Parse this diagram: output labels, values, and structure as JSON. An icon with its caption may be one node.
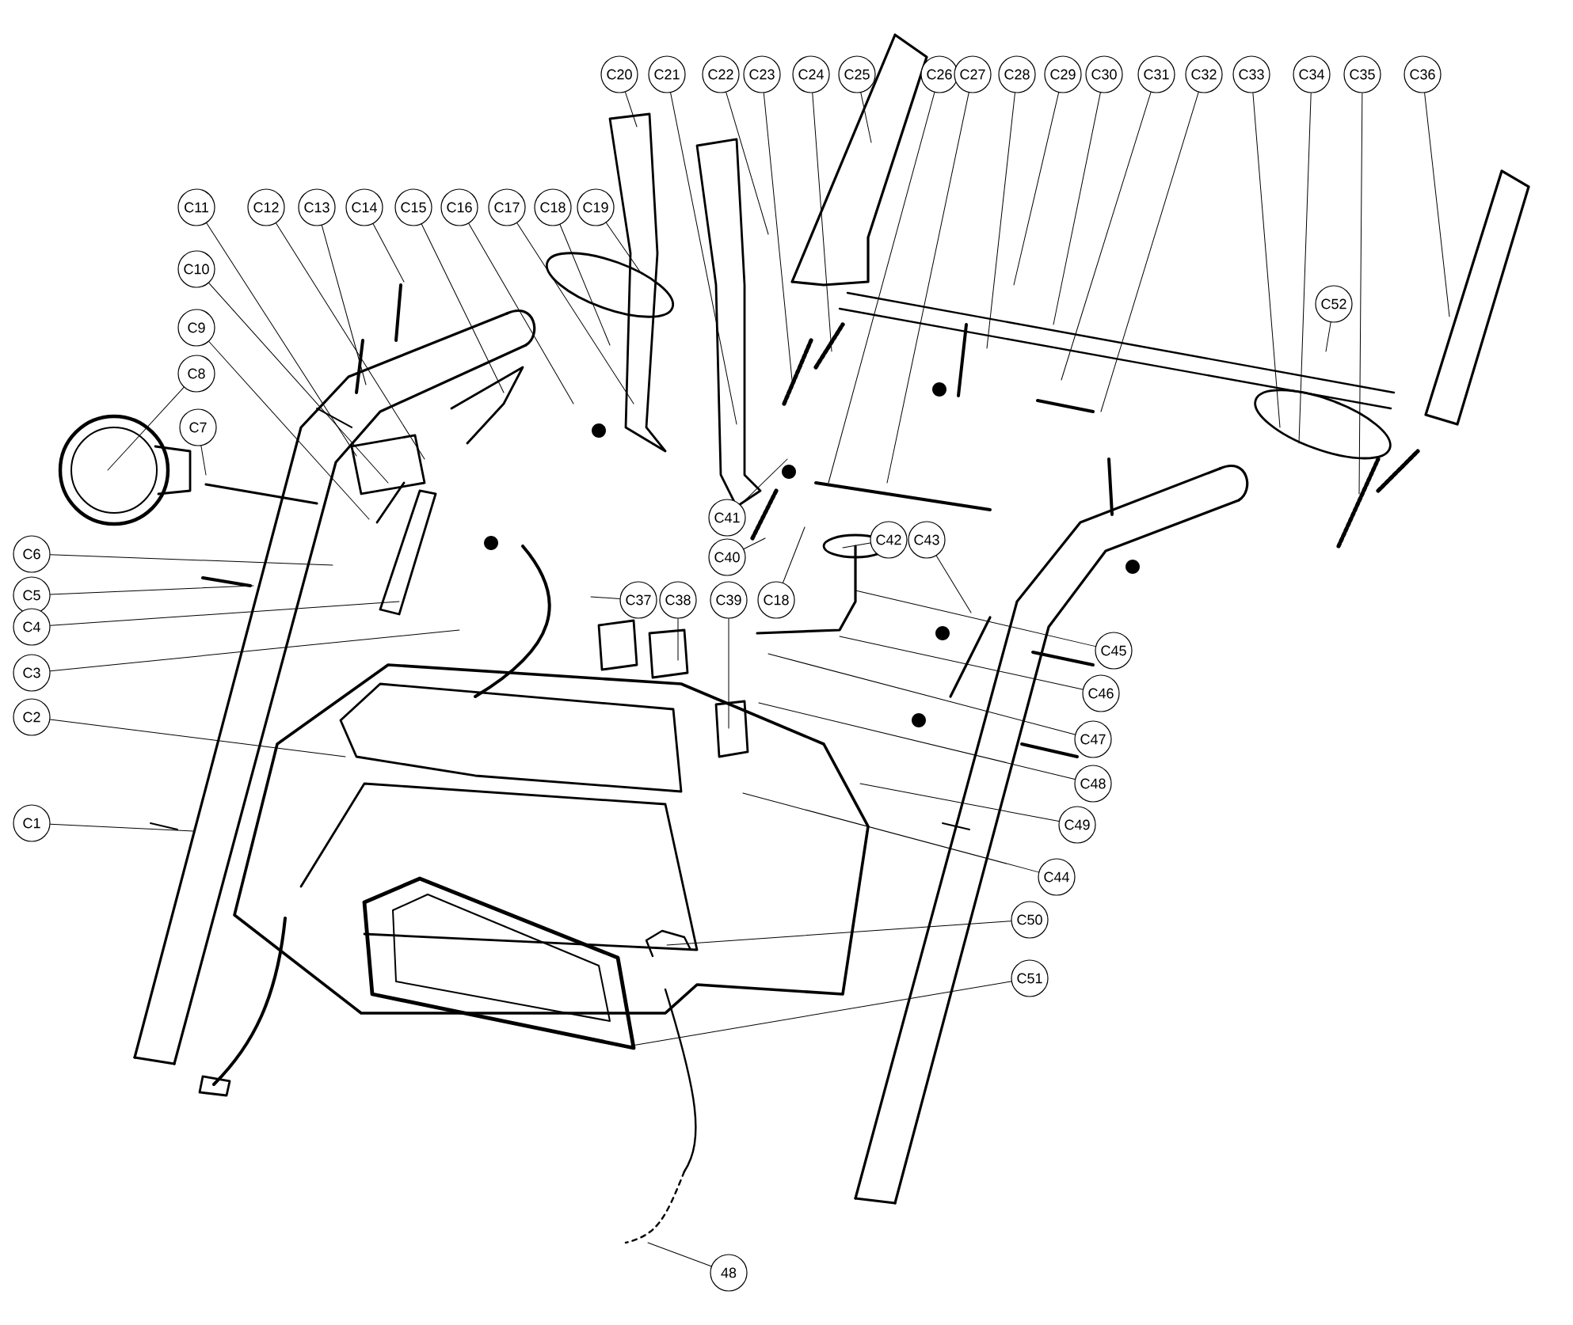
{
  "diagram": {
    "nodes": [
      {
        "text": [
          "C20"
        ]
      },
      {
        "text": [
          "C21"
        ]
      },
      {
        "text": [
          "C22"
        ]
      },
      {
        "text": [
          "C23"
        ]
      },
      {
        "text": [
          "C24"
        ]
      },
      {
        "text": [
          "C25"
        ]
      },
      {
        "text": [
          "C26"
        ]
      },
      {
        "text": [
          "C27"
        ]
      },
      {
        "text": [
          "C28"
        ]
      },
      {
        "text": [
          "C29"
        ]
      },
      {
        "text": [
          "C30"
        ]
      },
      {
        "text": [
          "C31"
        ]
      },
      {
        "text": [
          "C32"
        ]
      },
      {
        "text": [
          "C33"
        ]
      },
      {
        "text": [
          "C34"
        ]
      },
      {
        "text": [
          "C35"
        ]
      },
      {
        "text": [
          "C36"
        ]
      },
      {
        "text": [
          "C11"
        ]
      },
      {
        "text": [
          "C12"
        ]
      },
      {
        "text": [
          "C13"
        ]
      },
      {
        "text": [
          "C14"
        ]
      },
      {
        "text": [
          "C15"
        ]
      },
      {
        "text": [
          "C16"
        ]
      },
      {
        "text": [
          "C17"
        ]
      },
      {
        "text": [
          "C18"
        ]
      },
      {
        "text": [
          "C19"
        ]
      },
      {
        "text": [
          "C10"
        ]
      },
      {
        "text": [
          "C9"
        ]
      },
      {
        "text": [
          "C8"
        ]
      },
      {
        "text": [
          "C7"
        ]
      },
      {
        "text": [
          "C52"
        ]
      },
      {
        "text": [
          "C6"
        ]
      },
      {
        "text": [
          "C5"
        ]
      },
      {
        "text": [
          "C41"
        ]
      },
      {
        "text": [
          "C40"
        ]
      },
      {
        "text": [
          "C42"
        ]
      },
      {
        "text": [
          "C43"
        ]
      },
      {
        "text": [
          "C4"
        ]
      },
      {
        "text": [
          "C37"
        ]
      },
      {
        "text": [
          "C38"
        ]
      },
      {
        "text": [
          "C39"
        ]
      },
      {
        "text": [
          "C18"
        ]
      },
      {
        "text": [
          "C3"
        ]
      },
      {
        "text": [
          "C45"
        ]
      },
      {
        "text": [
          "C46"
        ]
      },
      {
        "text": [
          "C2"
        ]
      },
      {
        "text": [
          "C47"
        ]
      },
      {
        "text": [
          "C48"
        ]
      },
      {
        "text": [
          "C1"
        ]
      },
      {
        "text": [
          "C49"
        ]
      },
      {
        "text": [
          "C44"
        ]
      },
      {
        "text": [
          "C50"
        ]
      },
      {
        "text": [
          "C51"
        ]
      },
      {
        "text": [
          "48"
        ]
      }
    ],
    "edges": [
      {
        "from": 0,
        "to": null,
        "arrow": "none"
      },
      {
        "from": 1,
        "to": null,
        "arrow": "none"
      },
      {
        "from": 2,
        "to": null,
        "arrow": "none"
      },
      {
        "from": 3,
        "to": null,
        "arrow": "none"
      },
      {
        "from": 4,
        "to": null,
        "arrow": "none"
      },
      {
        "from": 5,
        "to": null,
        "arrow": "none"
      },
      {
        "from": 6,
        "to": null,
        "arrow": "none"
      },
      {
        "from": 7,
        "to": null,
        "arrow": "none"
      },
      {
        "from": 8,
        "to": null,
        "arrow": "none"
      },
      {
        "from": 9,
        "to": null,
        "arrow": "none"
      },
      {
        "from": 10,
        "to": null,
        "arrow": "none"
      },
      {
        "from": 11,
        "to": null,
        "arrow": "none"
      },
      {
        "from": 12,
        "to": null,
        "arrow": "none"
      },
      {
        "from": 13,
        "to": null,
        "arrow": "none"
      },
      {
        "from": 14,
        "to": null,
        "arrow": "none"
      },
      {
        "from": 15,
        "to": null,
        "arrow": "none"
      },
      {
        "from": 16,
        "to": null,
        "arrow": "none"
      },
      {
        "from": 17,
        "to": null,
        "arrow": "none"
      },
      {
        "from": 18,
        "to": null,
        "arrow": "none"
      },
      {
        "from": 19,
        "to": null,
        "arrow": "none"
      },
      {
        "from": 20,
        "to": null,
        "arrow": "none"
      },
      {
        "from": 21,
        "to": null,
        "arrow": "none"
      },
      {
        "from": 22,
        "to": null,
        "arrow": "none"
      },
      {
        "from": 23,
        "to": null,
        "arrow": "none"
      },
      {
        "from": 24,
        "to": null,
        "arrow": "none"
      },
      {
        "from": 25,
        "to": null,
        "arrow": "none"
      },
      {
        "from": 26,
        "to": null,
        "arrow": "none"
      },
      {
        "from": 27,
        "to": null,
        "arrow": "none"
      },
      {
        "from": 28,
        "to": null,
        "arrow": "none"
      },
      {
        "from": 29,
        "to": null,
        "arrow": "none"
      },
      {
        "from": 30,
        "to": null,
        "arrow": "none"
      },
      {
        "from": 31,
        "to": null,
        "arrow": "none"
      },
      {
        "from": 32,
        "to": null,
        "arrow": "none"
      },
      {
        "from": 33,
        "to": null,
        "arrow": "none"
      },
      {
        "from": 34,
        "to": null,
        "arrow": "none"
      },
      {
        "from": 35,
        "to": null,
        "arrow": "none"
      },
      {
        "from": 36,
        "to": null,
        "arrow": "none"
      },
      {
        "from": 37,
        "to": null,
        "arrow": "none"
      },
      {
        "from": 38,
        "to": null,
        "arrow": "none"
      },
      {
        "from": 39,
        "to": null,
        "arrow": "none"
      },
      {
        "from": 40,
        "to": null,
        "arrow": "none"
      },
      {
        "from": 41,
        "to": null,
        "arrow": "none"
      },
      {
        "from": 42,
        "to": null,
        "arrow": "none"
      },
      {
        "from": 43,
        "to": null,
        "arrow": "none"
      },
      {
        "from": 44,
        "to": null,
        "arrow": "none"
      },
      {
        "from": 45,
        "to": null,
        "arrow": "none"
      },
      {
        "from": 46,
        "to": null,
        "arrow": "none"
      },
      {
        "from": 47,
        "to": null,
        "arrow": "none"
      },
      {
        "from": 48,
        "to": null,
        "arrow": "none"
      },
      {
        "from": 49,
        "to": null,
        "arrow": "none"
      },
      {
        "from": 50,
        "to": null,
        "arrow": "none"
      },
      {
        "from": 51,
        "to": null,
        "arrow": "none"
      },
      {
        "from": 52,
        "to": null,
        "arrow": "none"
      },
      {
        "from": 53,
        "to": null,
        "arrow": "none"
      }
    ]
  }
}
